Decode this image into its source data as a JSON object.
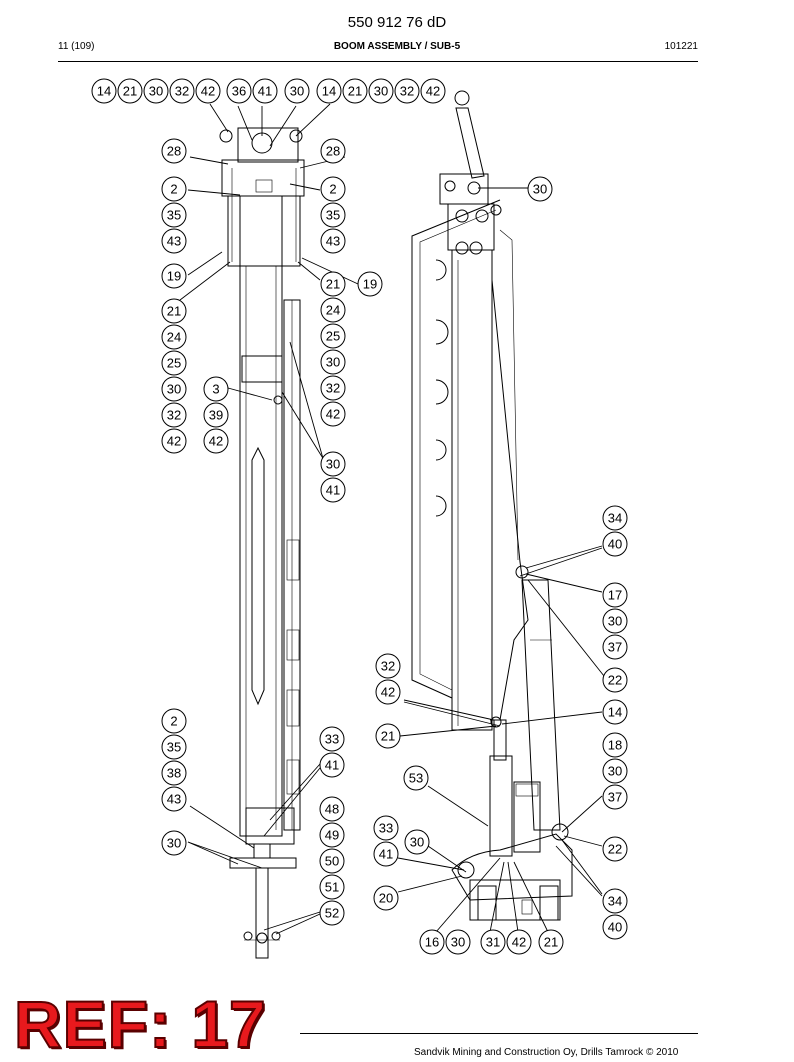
{
  "header": {
    "doc_number": "550 912 76 dD",
    "page": "11 (109)",
    "section": "BOOM ASSEMBLY / SUB-5",
    "date_code": "101221"
  },
  "footer": {
    "copyright": "Sandvik Mining and Construction Oy, Drills Tamrock © 2010"
  },
  "stamp": {
    "text": "REF: 17",
    "color": "#e8191d"
  },
  "balloons_left": {
    "top_row_a": [
      "14",
      "21",
      "30",
      "32",
      "42"
    ],
    "top_row_b": [
      "36",
      "41"
    ],
    "top_row_c": [
      "30"
    ],
    "top_row_d": [
      "14",
      "21",
      "30",
      "32",
      "42"
    ],
    "left_col": [
      "28",
      "2",
      "35",
      "43",
      "19",
      "21",
      "24",
      "25",
      "30",
      "32",
      "42"
    ],
    "mid_col": [
      "3",
      "39",
      "42"
    ],
    "right_col": [
      "28",
      "2",
      "35",
      "43",
      "21",
      "24",
      "25",
      "30",
      "32",
      "42",
      "30",
      "41"
    ],
    "lower_left": [
      "2",
      "35",
      "38",
      "43",
      "30"
    ],
    "lower_right": [
      "33",
      "41",
      "48",
      "49",
      "50",
      "51",
      "52"
    ],
    "right_of_21": [
      "19"
    ]
  },
  "balloons_right": {
    "top": [
      "30"
    ],
    "right_col": [
      "34",
      "40",
      "17",
      "30",
      "37",
      "22",
      "14",
      "18",
      "30",
      "37",
      "22",
      "34",
      "40"
    ],
    "left_col": [
      "32",
      "42",
      "21",
      "53",
      "33",
      "41",
      "30",
      "20"
    ],
    "bottom_row": [
      "16",
      "30",
      "31",
      "42",
      "21"
    ]
  }
}
